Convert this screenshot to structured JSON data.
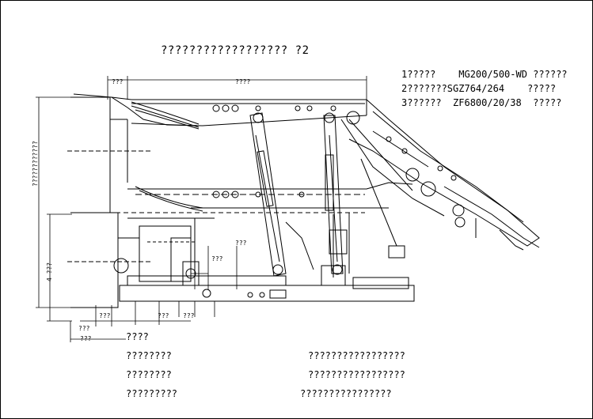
{
  "drawing": {
    "title": "?????????????????? ?2",
    "specs": [
      "1?????    MG200/500-WD ??????",
      "2???????SGZ764/264    ?????",
      "3??????  ZF6800/20/38  ?????"
    ],
    "notes_heading": "????",
    "notes_left": [
      "????????",
      "????????",
      "?????????"
    ],
    "notes_right": [
      "?????????????????",
      "?????????????????",
      "????????????????"
    ],
    "dimensions": {
      "top_left": "???",
      "top_span": "????",
      "vertical_left": "????????????",
      "vertical_lower": "4 ???",
      "bottom_1": "???",
      "bottom_2": "???",
      "bottom_3": "???",
      "bottom_4": "???",
      "bottom_5": "???",
      "inner_1": "???",
      "inner_2": "???"
    }
  },
  "colors": {
    "line": "#000000",
    "background": "#ffffff"
  }
}
